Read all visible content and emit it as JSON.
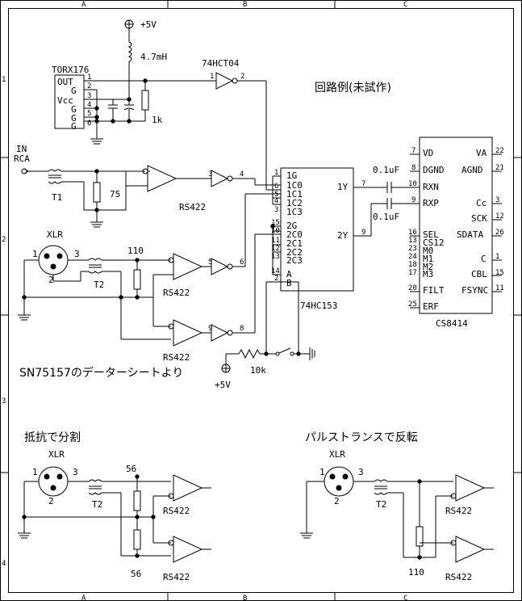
{
  "border": {
    "cols": [
      "A",
      "B",
      "C"
    ],
    "rows": [
      "1",
      "2",
      "3",
      "4"
    ]
  },
  "title": "回路例(未試作)",
  "power": {
    "vcc": "+5V",
    "vcc2": "+5V"
  },
  "parts": {
    "inductor": "4.7mH",
    "torx": "TORX176",
    "r_1k": "1k",
    "r_75": "75",
    "r_110": "110",
    "r_10k": "10k",
    "r_56_top": "56",
    "r_56_bot": "56",
    "r_110_b": "110",
    "inv_chip": "74HCT04",
    "mux_chip": "74HC153",
    "rx_chip": "CS8414",
    "cap1": "0.1uF",
    "cap2": "0.1uF",
    "t1": "T1",
    "t2a": "T2",
    "t2b": "T2",
    "t2c": "T2",
    "in_rca": "IN",
    "rca": "RCA",
    "xlr_a": "XLR",
    "xlr_b": "XLR",
    "xlr_c": "XLR",
    "rs422_1": "RS422",
    "rs422_2": "RS422",
    "rs422_3": "RS422",
    "rs422_4": "RS422",
    "rs422_5": "RS422",
    "rs422_6": "RS422",
    "rs422_7": "RS422"
  },
  "torx_pins": [
    "OUT",
    "G",
    "Vcc",
    "G",
    "G",
    "G"
  ],
  "torx_pin_nums": [
    "1",
    "2",
    "3",
    "4",
    "5",
    "6"
  ],
  "mux_pins_left": [
    "1G",
    "1C0",
    "1C1",
    "1C2",
    "1C3",
    "2G",
    "2C0",
    "2C1",
    "2C2",
    "2C3",
    "A",
    "B"
  ],
  "mux_pin_nums_left": [
    "1",
    "6",
    "5",
    "4",
    "3",
    "15",
    "10",
    "11",
    "12",
    "13",
    "14",
    "2"
  ],
  "mux_pins_right": [
    "1Y",
    "2Y"
  ],
  "mux_pin_nums_right": [
    "7",
    "9"
  ],
  "cs_pins_left": [
    "VD",
    "DGND",
    "RXN",
    "RXP",
    "SEL",
    "CS12",
    "M0",
    "M1",
    "M2",
    "M3",
    "FILT",
    "ERF"
  ],
  "cs_pin_nums_left": [
    "7",
    "8",
    "10",
    "9",
    "16",
    "13",
    "23",
    "24",
    "18",
    "17",
    "20",
    "25"
  ],
  "cs_pins_right": [
    "VA",
    "AGND",
    "Cc",
    "SCK",
    "SDATA",
    "C",
    "CBL",
    "FSYNC"
  ],
  "cs_pin_nums_right": [
    "22",
    "21",
    "3",
    "12",
    "26",
    "1",
    "15",
    "11"
  ],
  "inv_pins": [
    "1",
    "2",
    "3",
    "4",
    "5",
    "6",
    "9",
    "8"
  ],
  "xlr_pins": [
    "1",
    "2",
    "3"
  ],
  "note": "SN75157のデーターシートより",
  "section_left": "抵抗で分割",
  "section_right": "パルストランスで反転"
}
